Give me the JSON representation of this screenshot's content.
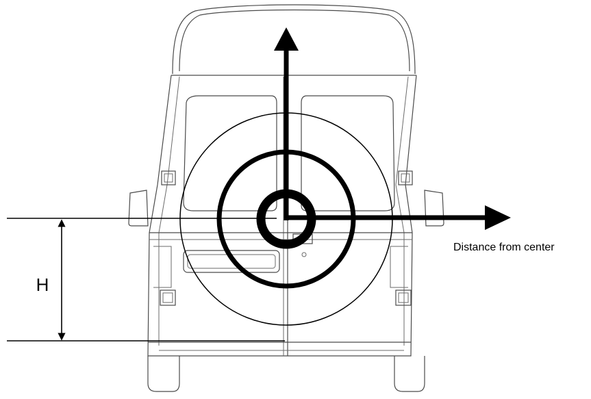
{
  "labels": {
    "height": "H",
    "distance_axis": "Distance from center"
  },
  "colors": {
    "ink": "#000000",
    "vehicle_outline": "#4a4a4a",
    "background": "#ffffff"
  },
  "icons": {
    "vertical_arrow": "arrow-up",
    "horizontal_arrow": "arrow-right",
    "height_dimension": "double-headed-arrow"
  }
}
